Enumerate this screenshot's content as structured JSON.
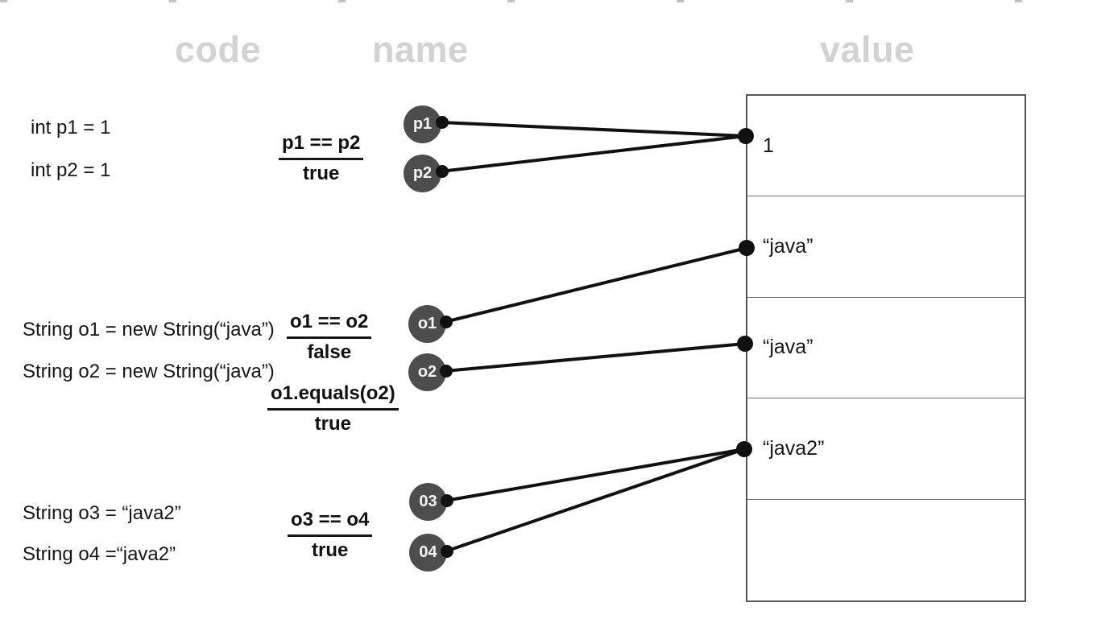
{
  "columns": {
    "code": "code",
    "name": "name",
    "value": "value"
  },
  "code_lines": [
    {
      "text": "int p1 = 1"
    },
    {
      "text": "int p2 = 1"
    },
    {
      "text": "String o1 = new String(“java”)"
    },
    {
      "text": "String o2 = new String(“java”)"
    },
    {
      "text": "String o3 = “java2”"
    },
    {
      "text": "String o4 =“java2”"
    }
  ],
  "comparisons": [
    {
      "expression": "p1 == p2",
      "result": "true"
    },
    {
      "expression": "o1 == o2",
      "result": "false"
    },
    {
      "expression": "o1.equals(o2)",
      "result": "true"
    },
    {
      "expression": "o3 == o4",
      "result": "true"
    }
  ],
  "name_nodes": [
    {
      "label": "p1"
    },
    {
      "label": "p2"
    },
    {
      "label": "o1"
    },
    {
      "label": "o2"
    },
    {
      "label": "03"
    },
    {
      "label": "04"
    }
  ],
  "value_cells": [
    {
      "value": "1"
    },
    {
      "value": "“java”"
    },
    {
      "value": "“java”"
    },
    {
      "value": "“java2”"
    },
    {
      "value": ""
    }
  ],
  "connections": [
    {
      "from": "p1",
      "to_value_row": 0
    },
    {
      "from": "p2",
      "to_value_row": 0
    },
    {
      "from": "o1",
      "to_value_row": 1
    },
    {
      "from": "o2",
      "to_value_row": 2
    },
    {
      "from": "03",
      "to_value_row": 3
    },
    {
      "from": "04",
      "to_value_row": 3
    }
  ],
  "colors": {
    "header_gray": "#d2d2d2",
    "node_fill": "#4d4d4d",
    "node_text": "#f4f4f4",
    "wire_black": "#111111",
    "table_border": "#565656",
    "text_black": "#161616"
  }
}
